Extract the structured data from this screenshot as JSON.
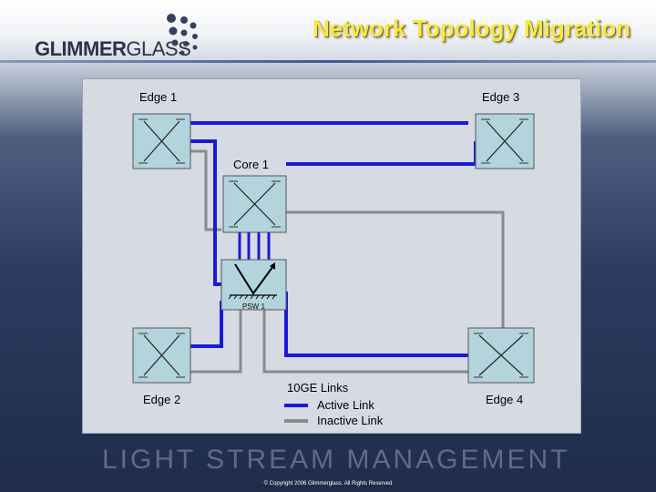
{
  "header": {
    "logo_bold": "GLIMMER",
    "logo_light": "GLASS",
    "title": "Network Topology Migration"
  },
  "nodes": {
    "edge1": "Edge 1",
    "edge3": "Edge 3",
    "core1": "Core 1",
    "psw1": "PSW 1",
    "edge2": "Edge 2",
    "edge4": "Edge 4"
  },
  "legend": {
    "title": "10GE Links",
    "active": "Active Link",
    "inactive": "Inactive Link"
  },
  "colors": {
    "active_link": "#1a1ad6",
    "inactive_link": "#8a8a8a",
    "title": "#f5e84a"
  },
  "footer": {
    "watermark": "LIGHT STREAM MANAGEMENT",
    "copyright": "© Copyright 2006 Glimmerglass. All Rights Reserved"
  }
}
